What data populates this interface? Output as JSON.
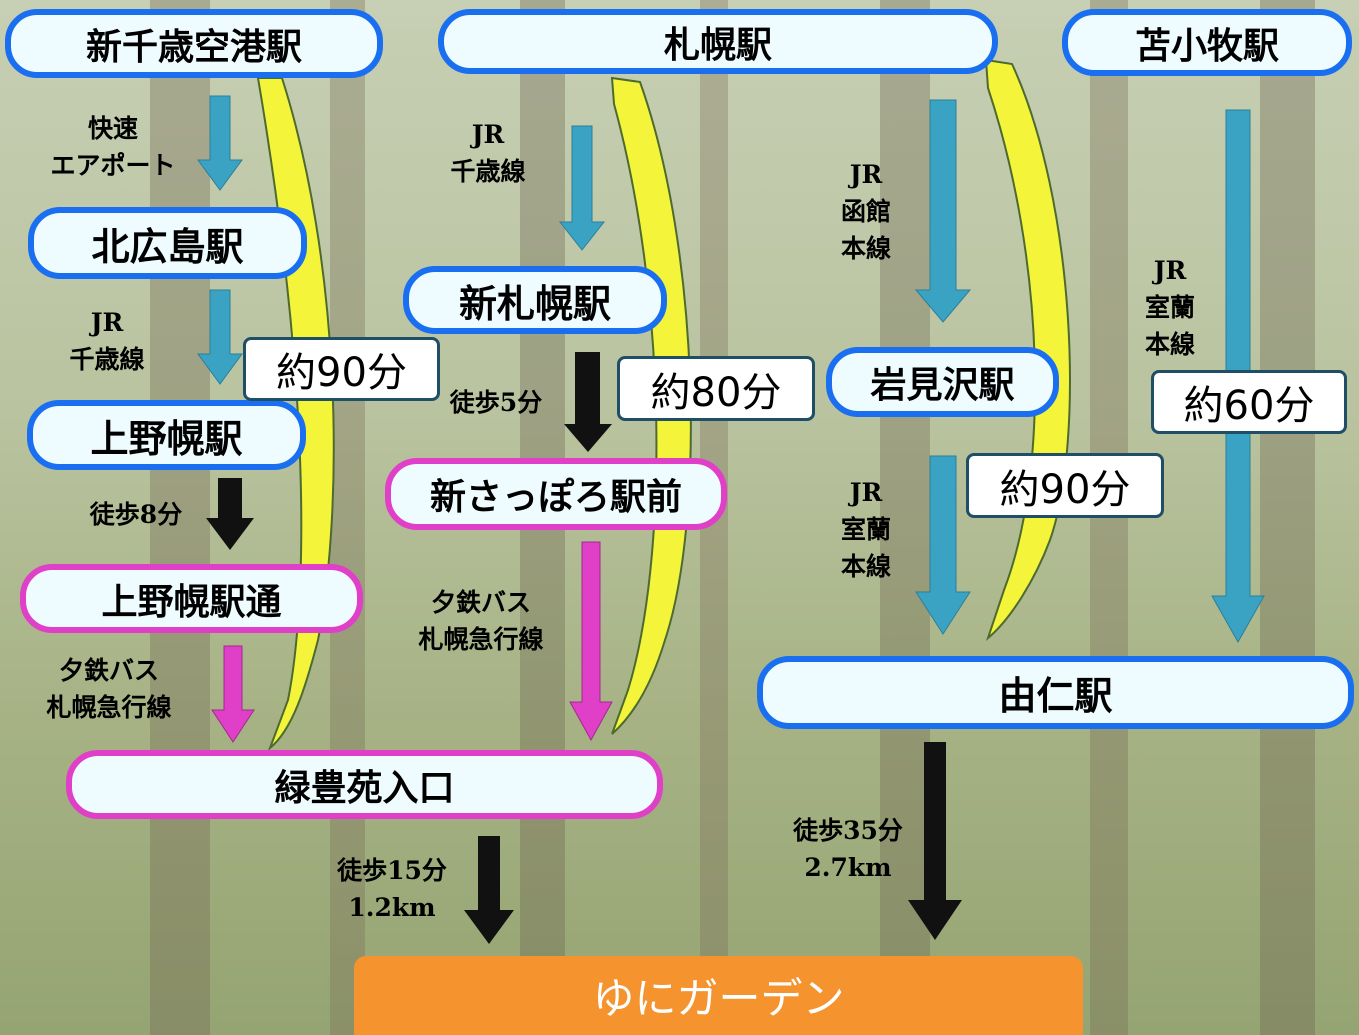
{
  "stations": {
    "shin_chitose": "新千歳空港駅",
    "sapporo": "札幌駅",
    "tomakomai": "苫小牧駅",
    "kitahiroshima": "北広島駅",
    "shin_sapporo": "新札幌駅",
    "iwamizawa": "岩見沢駅",
    "kaminopporo": "上野幌駅",
    "shin_sapporo_ekimae": "新さっぽろ駅前",
    "kaminopporo_ekidori": "上野幌駅通",
    "yuni": "由仁駅",
    "ryokuhoen": "緑豊苑入口",
    "destination": "ゆにガーデン"
  },
  "times": {
    "from_chitose": "約90分",
    "from_sapporo_bus": "約80分",
    "from_sapporo_jr": "約90分",
    "from_tomakomai": "約60分"
  },
  "routes": {
    "rapid_airport": [
      "快速",
      "エアポート"
    ],
    "jr_chitose_1": [
      "JR",
      "千歳線"
    ],
    "jr_chitose_2": [
      "JR",
      "千歳線"
    ],
    "jr_hakodate": [
      "JR",
      "函館",
      "本線"
    ],
    "jr_muroran_1": [
      "JR",
      "室蘭",
      "本線"
    ],
    "jr_muroran_2": [
      "JR",
      "室蘭",
      "本線"
    ],
    "walk_5": [
      "徒歩5分"
    ],
    "walk_8": [
      "徒歩8分"
    ],
    "bus_1": [
      "夕鉄バス",
      "札幌急行線"
    ],
    "bus_2": [
      "夕鉄バス",
      "札幌急行線"
    ],
    "walk_15": [
      "徒歩15分",
      "1.2km"
    ],
    "walk_35": [
      "徒歩35分",
      "2.7km"
    ]
  },
  "colors": {
    "blue_border": "#1a6ff0",
    "pink_border": "#e03fc8",
    "rail_arrow": "#3aa3c4",
    "bus_arrow": "#e03fc8",
    "walk_arrow": "#111111",
    "total_arrow": "#f4f43a",
    "destination_fill": "#f5932f"
  }
}
